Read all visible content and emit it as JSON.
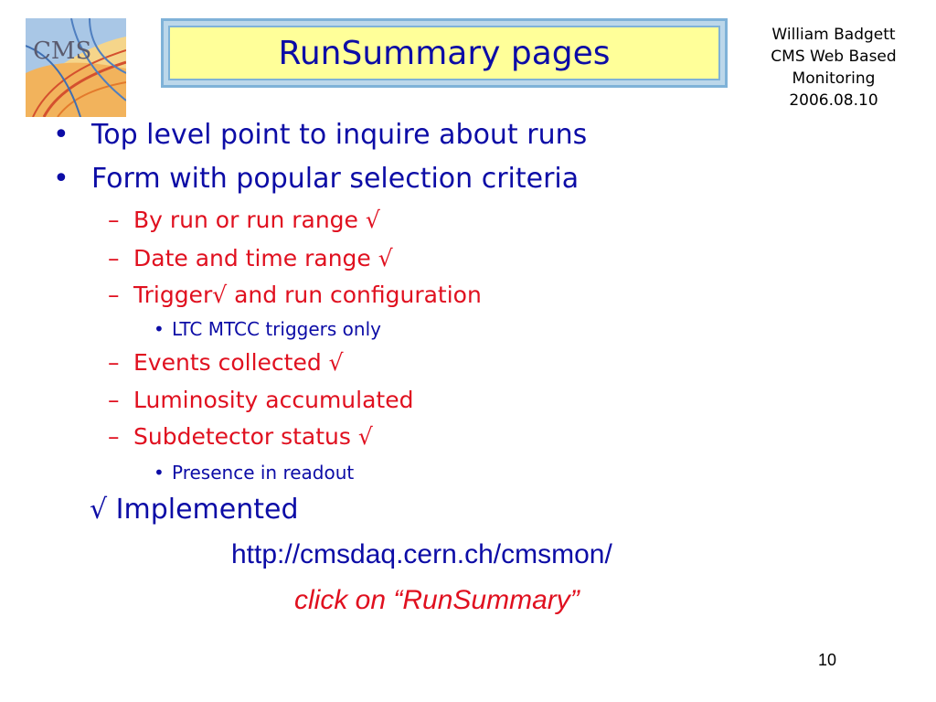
{
  "title": "RunSummary pages",
  "author_block": [
    "William Badgett",
    "CMS Web Based",
    "Monitoring",
    "2006.08.10"
  ],
  "logo": {
    "icon": "cms-logo-icon",
    "text": "CMS"
  },
  "bullets": {
    "b1": "Top level point to inquire about runs",
    "b2": "Form with popular selection criteria",
    "s1": "By run or run range √",
    "s2": "Date and time range √",
    "s3": "Trigger√ and run configuration",
    "s3a": "LTC MTCC triggers only",
    "s4": "Events collected √",
    "s5": "Luminosity accumulated",
    "s6": "Subdetector status √",
    "s6a": "Presence in readout"
  },
  "bullet_mark": "•",
  "dash_mark": "–",
  "implemented": "√ Implemented",
  "url": "http://cmsdaq.cern.ch/cmsmon/",
  "click_text": "click on “RunSummary”",
  "page_number": "10",
  "colors": {
    "title_text": "#0c0ca6",
    "title_bg": "#ffff99",
    "frame": "#7fb2d8",
    "red_text": "#e0101f"
  }
}
